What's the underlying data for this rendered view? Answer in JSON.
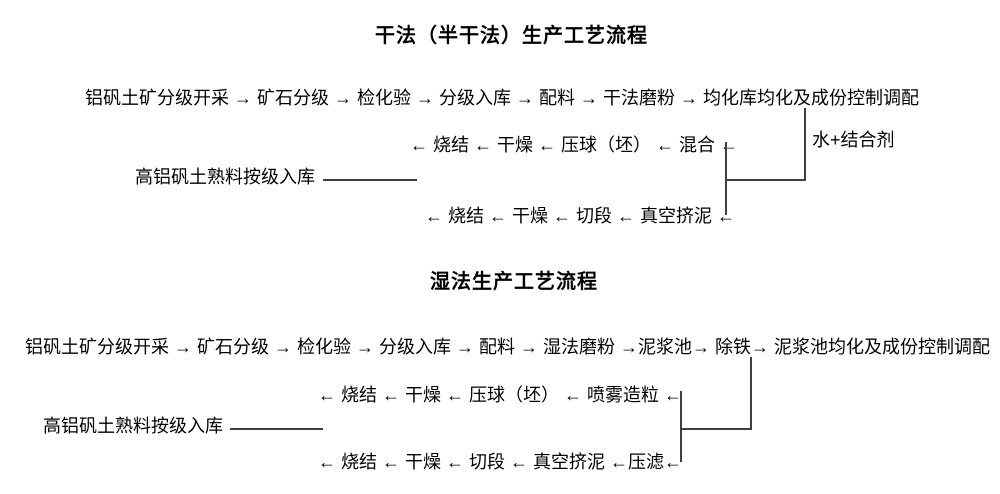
{
  "page": {
    "background_color": "#ffffff",
    "text_color": "#000000",
    "line_color": "#3f3f3f"
  },
  "dry_process": {
    "title": "干法（半干法）生产工艺流程",
    "main_flow": "铝矾土矿分级开采 → 矿石分级 → 检化验 → 分级入库 → 配料 → 干法磨粉 → 均化库均化及成份控制调配",
    "main_steps": [
      "铝矾土矿分级开采",
      "矿石分级",
      "检化验",
      "分级入库",
      "配料",
      "干法磨粉",
      "均化库均化及成份控制调配"
    ],
    "additive_label": "水+结合剂",
    "upper_branch": "← 烧结 ← 干燥 ← 压球（坯） ← 混合 ←",
    "upper_branch_steps": [
      "烧结",
      "干燥",
      "压球（坯）",
      "混合"
    ],
    "storage_label": "高铝矾土熟料按级入库",
    "lower_branch": "← 烧结 ← 干燥 ← 切段 ← 真空挤泥 ←",
    "lower_branch_steps": [
      "烧结",
      "干燥",
      "切段",
      "真空挤泥"
    ]
  },
  "wet_process": {
    "title": "湿法生产工艺流程",
    "main_flow": "铝矾土矿分级开采 → 矿石分级 → 检化验 → 分级入库 → 配料 → 湿法磨粉 →泥浆池→ 除铁→ 泥浆池均化及成份控制调配",
    "main_steps": [
      "铝矾土矿分级开采",
      "矿石分级",
      "检化验",
      "分级入库",
      "配料",
      "湿法磨粉",
      "泥浆池",
      "除铁",
      "泥浆池均化及成份控制调配"
    ],
    "upper_branch": "← 烧结 ← 干燥 ← 压球（坯） ← 喷雾造粒 ←",
    "upper_branch_steps": [
      "烧结",
      "干燥",
      "压球（坯）",
      "喷雾造粒"
    ],
    "storage_label": "高铝矾土熟料按级入库",
    "lower_branch": "← 烧结 ← 干燥 ← 切段 ← 真空挤泥 ←压滤←",
    "lower_branch_steps": [
      "烧结",
      "干燥",
      "切段",
      "真空挤泥",
      "压滤"
    ]
  }
}
